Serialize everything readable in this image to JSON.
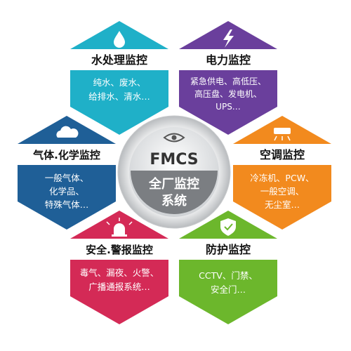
{
  "hub": {
    "code": "FMCS",
    "line1": "全厂监控",
    "line2": "系统",
    "icon": "eye-icon"
  },
  "segments": [
    {
      "id": "water",
      "title": "水处理监控",
      "body": [
        "纯水、废水、",
        "给排水、清水…"
      ],
      "color": "#1fb0c8",
      "icon": "water-drop-icon"
    },
    {
      "id": "power",
      "title": "电力监控",
      "body": [
        "紧急供电、高低压、",
        "高压盘、发电机、",
        "UPS…"
      ],
      "color": "#6a3f9c",
      "icon": "lightning-icon"
    },
    {
      "id": "hvac",
      "title": "空调监控",
      "body": [
        "冷冻机、PCW、",
        "一般空调、",
        "无尘室…"
      ],
      "color": "#f28a1e",
      "icon": "air-conditioner-icon"
    },
    {
      "id": "security",
      "title": "防护监控",
      "body": [
        "CCTV、门禁、",
        "安全门…"
      ],
      "color": "#6cb72c",
      "icon": "shield-icon"
    },
    {
      "id": "alarm",
      "title": "安全.警报监控",
      "body": [
        "毒气、漏夜、火警、",
        "广播通报系统…"
      ],
      "color": "#d42a56",
      "icon": "siren-icon"
    },
    {
      "id": "gas",
      "title": "气体.化学监控",
      "body": [
        "一般气体、",
        "化学品、",
        "特殊气体…"
      ],
      "color": "#1f5f97",
      "icon": "cloud-icon"
    }
  ]
}
